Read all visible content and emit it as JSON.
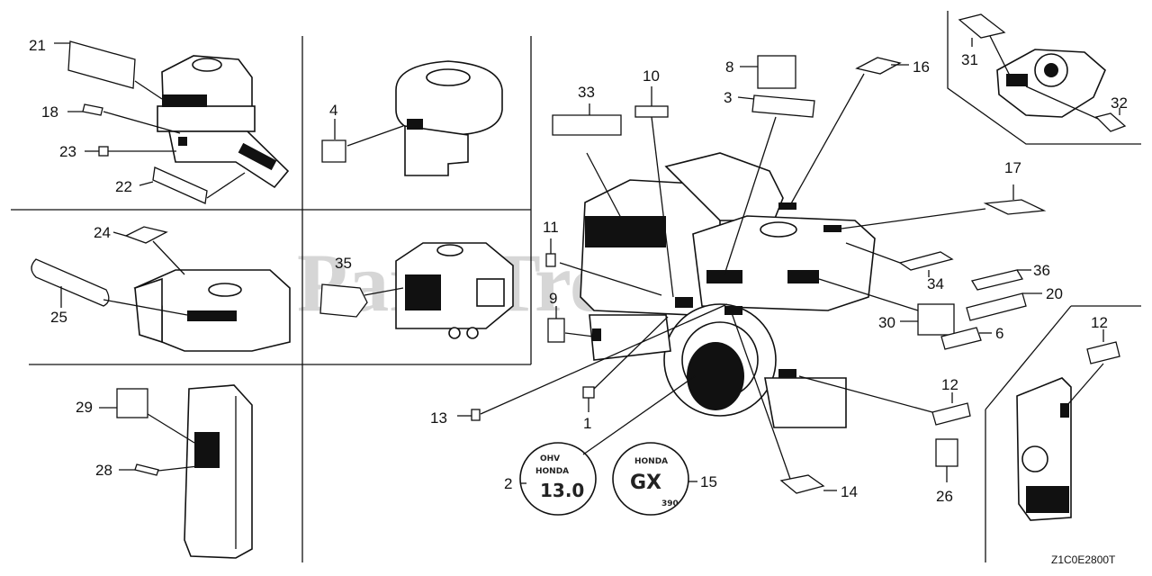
{
  "watermark": "PartsTree",
  "diagram_code": "Z1C0E2800T",
  "callouts": [
    {
      "id": "c21",
      "text": "21"
    },
    {
      "id": "c18",
      "text": "18"
    },
    {
      "id": "c23",
      "text": "23"
    },
    {
      "id": "c22",
      "text": "22"
    },
    {
      "id": "c4",
      "text": "4"
    },
    {
      "id": "c24",
      "text": "24"
    },
    {
      "id": "c25",
      "text": "25"
    },
    {
      "id": "c35",
      "text": "35"
    },
    {
      "id": "c29",
      "text": "29"
    },
    {
      "id": "c28",
      "text": "28"
    },
    {
      "id": "c33",
      "text": "33"
    },
    {
      "id": "c10",
      "text": "10"
    },
    {
      "id": "c8",
      "text": "8"
    },
    {
      "id": "c3",
      "text": "3"
    },
    {
      "id": "c16",
      "text": "16"
    },
    {
      "id": "c31",
      "text": "31"
    },
    {
      "id": "c32",
      "text": "32"
    },
    {
      "id": "c17",
      "text": "17"
    },
    {
      "id": "c11",
      "text": "11"
    },
    {
      "id": "c9",
      "text": "9"
    },
    {
      "id": "c34",
      "text": "34"
    },
    {
      "id": "c36",
      "text": "36"
    },
    {
      "id": "c20",
      "text": "20"
    },
    {
      "id": "c30",
      "text": "30"
    },
    {
      "id": "c6",
      "text": "6"
    },
    {
      "id": "c12a",
      "text": "12"
    },
    {
      "id": "c12b",
      "text": "12"
    },
    {
      "id": "c13",
      "text": "13"
    },
    {
      "id": "c1",
      "text": "1"
    },
    {
      "id": "c26",
      "text": "26"
    },
    {
      "id": "c14",
      "text": "14"
    },
    {
      "id": "c2",
      "text": "2"
    },
    {
      "id": "c15",
      "text": "15"
    }
  ],
  "emblems": {
    "left": {
      "line1": "OHV",
      "line2": "HONDA",
      "model": "13.0"
    },
    "right": {
      "line1": "HONDA",
      "model": "GX",
      "sub": "390"
    }
  }
}
